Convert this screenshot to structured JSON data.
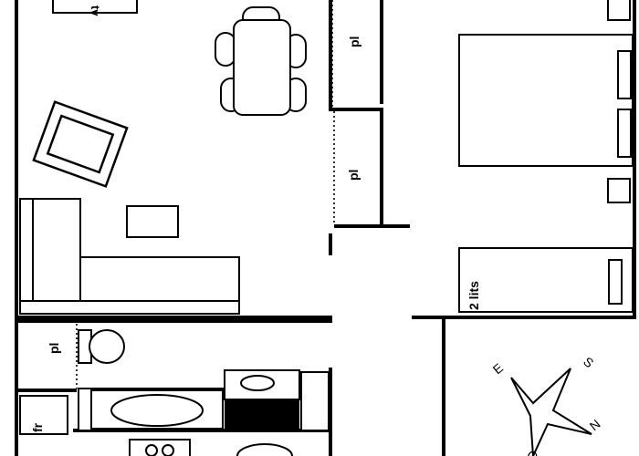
{
  "plan": {
    "labels": {
      "tv": "tv",
      "placard_1": "pl",
      "placard_2": "pl",
      "placard_3": "pl",
      "fridge": "fr",
      "two_beds": "2 lits"
    },
    "compass": {
      "east": "E",
      "south": "S",
      "north": "N",
      "west": "O"
    }
  }
}
